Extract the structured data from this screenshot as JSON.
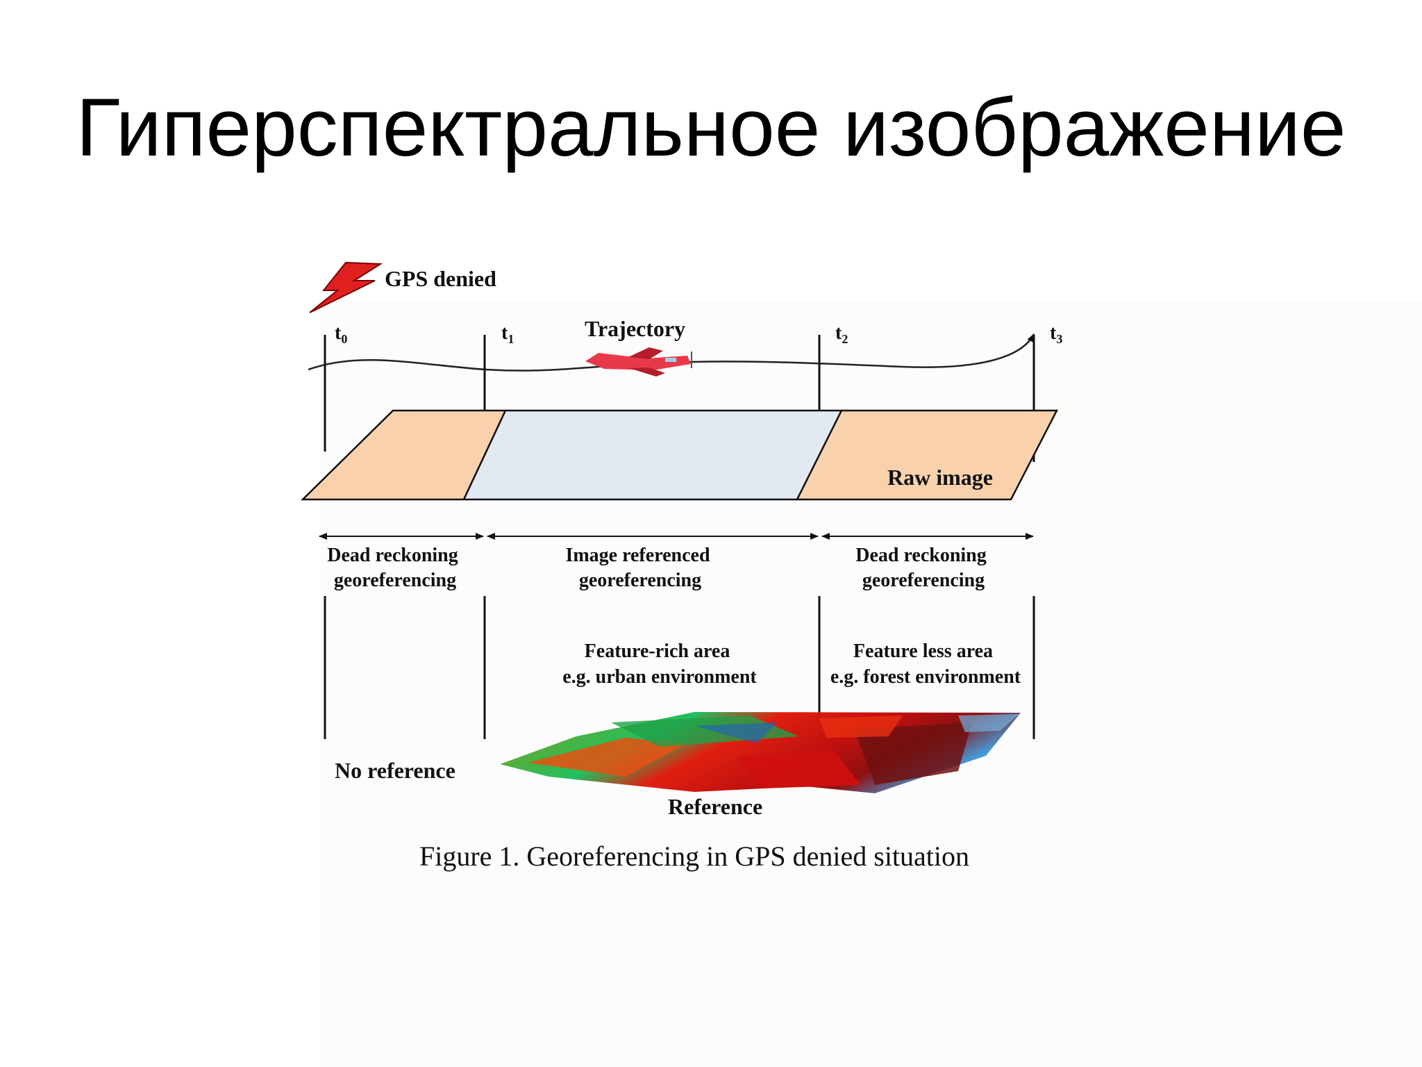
{
  "slide": {
    "title": "Гиперспектральное изображение"
  },
  "diagram": {
    "gps_denied": "GPS denied",
    "trajectory": "Trajectory",
    "times": [
      {
        "base": "t",
        "sub": "0"
      },
      {
        "base": "t",
        "sub": "1"
      },
      {
        "base": "t",
        "sub": "2"
      },
      {
        "base": "t",
        "sub": "3"
      }
    ],
    "raw_image": "Raw image",
    "segments": [
      {
        "line1": "Dead reckoning",
        "line2": "georeferencing"
      },
      {
        "line1": "Image referenced",
        "line2": "georeferencing"
      },
      {
        "line1": "Dead reckoning",
        "line2": "georeferencing"
      }
    ],
    "areas": [
      {
        "line1": "Feature-rich area",
        "line2": "e.g. urban environment"
      },
      {
        "line1": "Feature less area",
        "line2": "e.g. forest environment"
      }
    ],
    "no_reference": "No reference",
    "reference": "Reference",
    "caption": "Figure 1. Georeferencing in GPS denied situation",
    "colors": {
      "raw_strip_fill": "#f9d2ad",
      "referenced_strip_fill": "#e3e9f1",
      "bolt": "#e02020",
      "airplane": "#e8394a"
    }
  }
}
